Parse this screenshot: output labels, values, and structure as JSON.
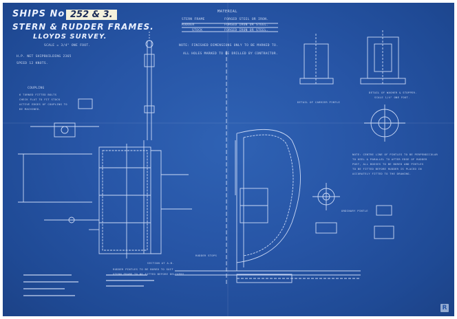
{
  "title": {
    "ships_label": "SHIPS No",
    "ship_numbers": "252 & 3.",
    "line2": "STERN & RUDDER FRAMES.",
    "line3": "LLOYDS SURVEY.",
    "scale": "SCALE = 3/4\" ONE FOOT."
  },
  "specs": {
    "hp": "H.P. NET SHIPBUILDING 2365",
    "speed": "SPEED      12 KNOTS."
  },
  "materials": {
    "heading": "MATERIAL",
    "rows": [
      {
        "item": "STERN FRAME",
        "material": "FORGED STEEL OR IRON."
      },
      {
        "item": "RUDDER",
        "material": "FORGED IRON OR STEEL."
      },
      {
        "item": "STOCK",
        "material": "FORGED IRON OR STEEL."
      }
    ]
  },
  "notes": {
    "finished": "NOTE: FINISHED DIMENSIONS ONLY TO BE MARKED TO.",
    "holes": "ALL HOLES MARKED TO BE DRILLED BY CONTRACTOR.",
    "right": [
      "NOTE: CENTRE LINE OF PINTLES TO BE PERPENDICULAR",
      "TO KEEL & PARALLEL TO AFTER EDGE OF RUDDER",
      "POST, ALL BOSSES TO BE BORED AND PINTLES",
      "TO BE FITTED BEFORE RUDDER IS PLACED IN",
      "ACCURATELY FITTED TO THE DRAWING."
    ]
  },
  "labels": {
    "coupling_heading": "COUPLING",
    "coupling_lines": [
      "6 TURNED FITTED BOLTS",
      "CHECK FLAT TO FIT STOCK",
      "ACTIVE EDGES OF COUPLING TO",
      "BE MACHINED."
    ],
    "detail_keys": "DETAIL OF WASHER & STOPPER.",
    "detail_scale": "SCALE 1/4\" ONE FOOT.",
    "detail_carrier": "DETAIL OF CARRIER PINTLE",
    "section": "SECTION AT A.B.",
    "rudder_stops": "RUDDER STOPS",
    "ordinary": "ORDINARY PINTLE",
    "bottom_note1": "RUDDER PINTLES TO BE BORED TO SUIT",
    "bottom_note2": "STERN FRAME TO BE FITTED BEFORE DELIVERY"
  }
}
